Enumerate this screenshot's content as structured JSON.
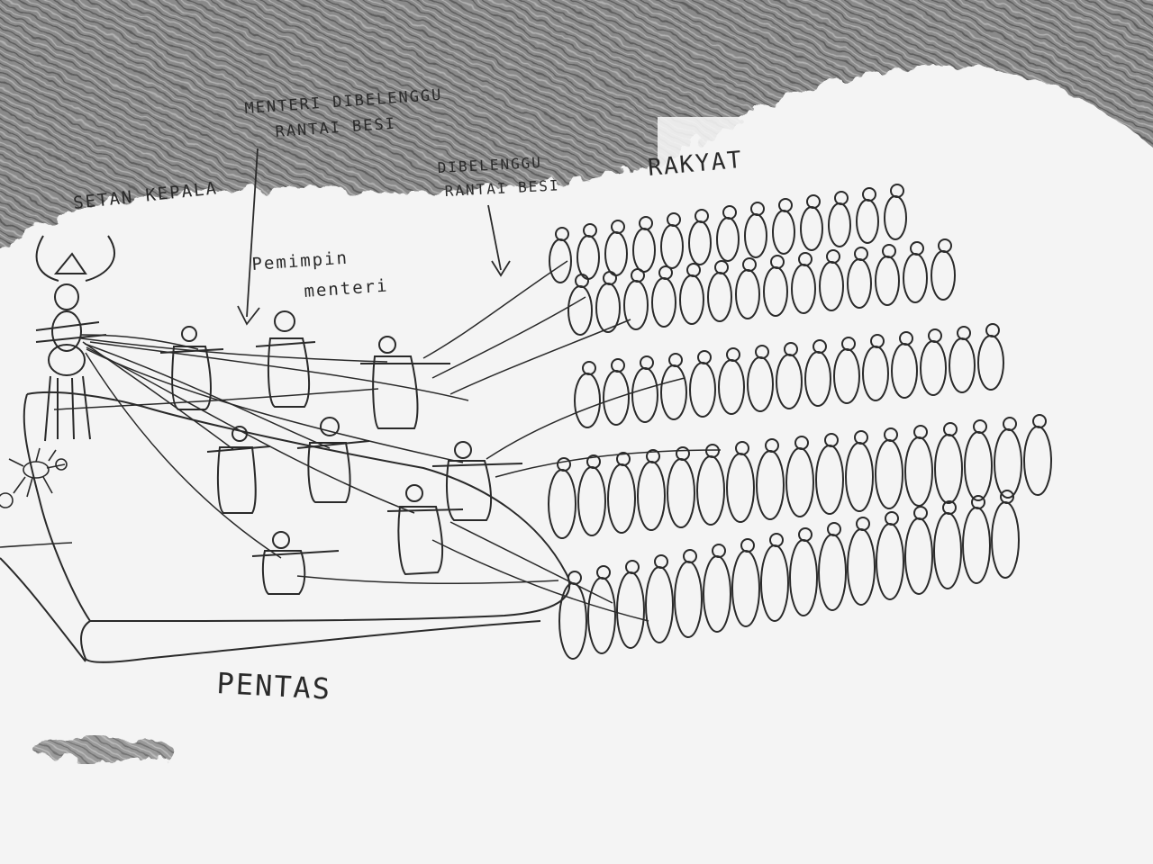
{
  "labels": {
    "setan_kepala": "SETAN KEPALA",
    "menteri_line1": "MENTERI DIBELENGGU",
    "menteri_line2": "RANTAI BESI",
    "pemimpin_line1": "Pemimpin",
    "pemimpin_line2": "menteri",
    "rakyat_line1": "DIBELENGGU",
    "rakyat_line2": "RANTAI BESI",
    "rakyat": "RAKYAT",
    "pentas": "PENTAS"
  },
  "colors": {
    "paper": "#f4f4f4",
    "shading": "#7d7d7d",
    "ink": "#2a2a2a"
  }
}
